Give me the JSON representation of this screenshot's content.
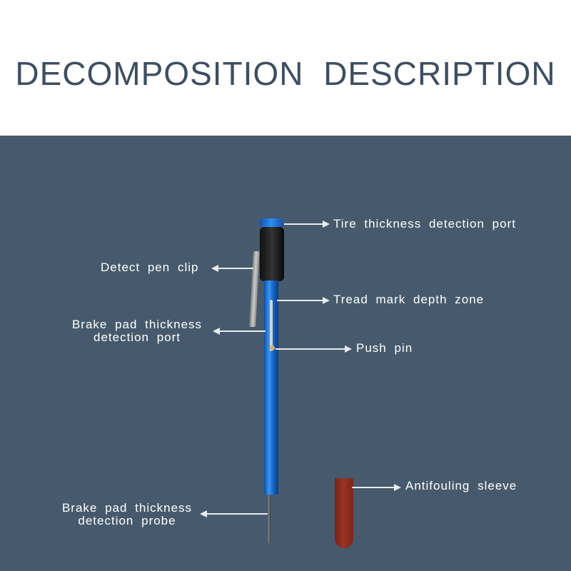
{
  "title": "DECOMPOSITION DESCRIPTION",
  "labels": {
    "tire_port": "Tire thickness detection port",
    "pen_clip": "Detect pen clip",
    "tread_zone": "Tread mark depth zone",
    "brake_port_1": "Brake pad thickness",
    "brake_port_2": "detection port",
    "push_pin": "Push pin",
    "sleeve": "Antifouling sleeve",
    "probe_1": "Brake pad thickness",
    "probe_2": "detection probe"
  },
  "colors": {
    "background": "#475a6d",
    "title": "#3d4e62",
    "pen_body": "#1f6fd0",
    "sleeve": "#8b2a1e"
  }
}
